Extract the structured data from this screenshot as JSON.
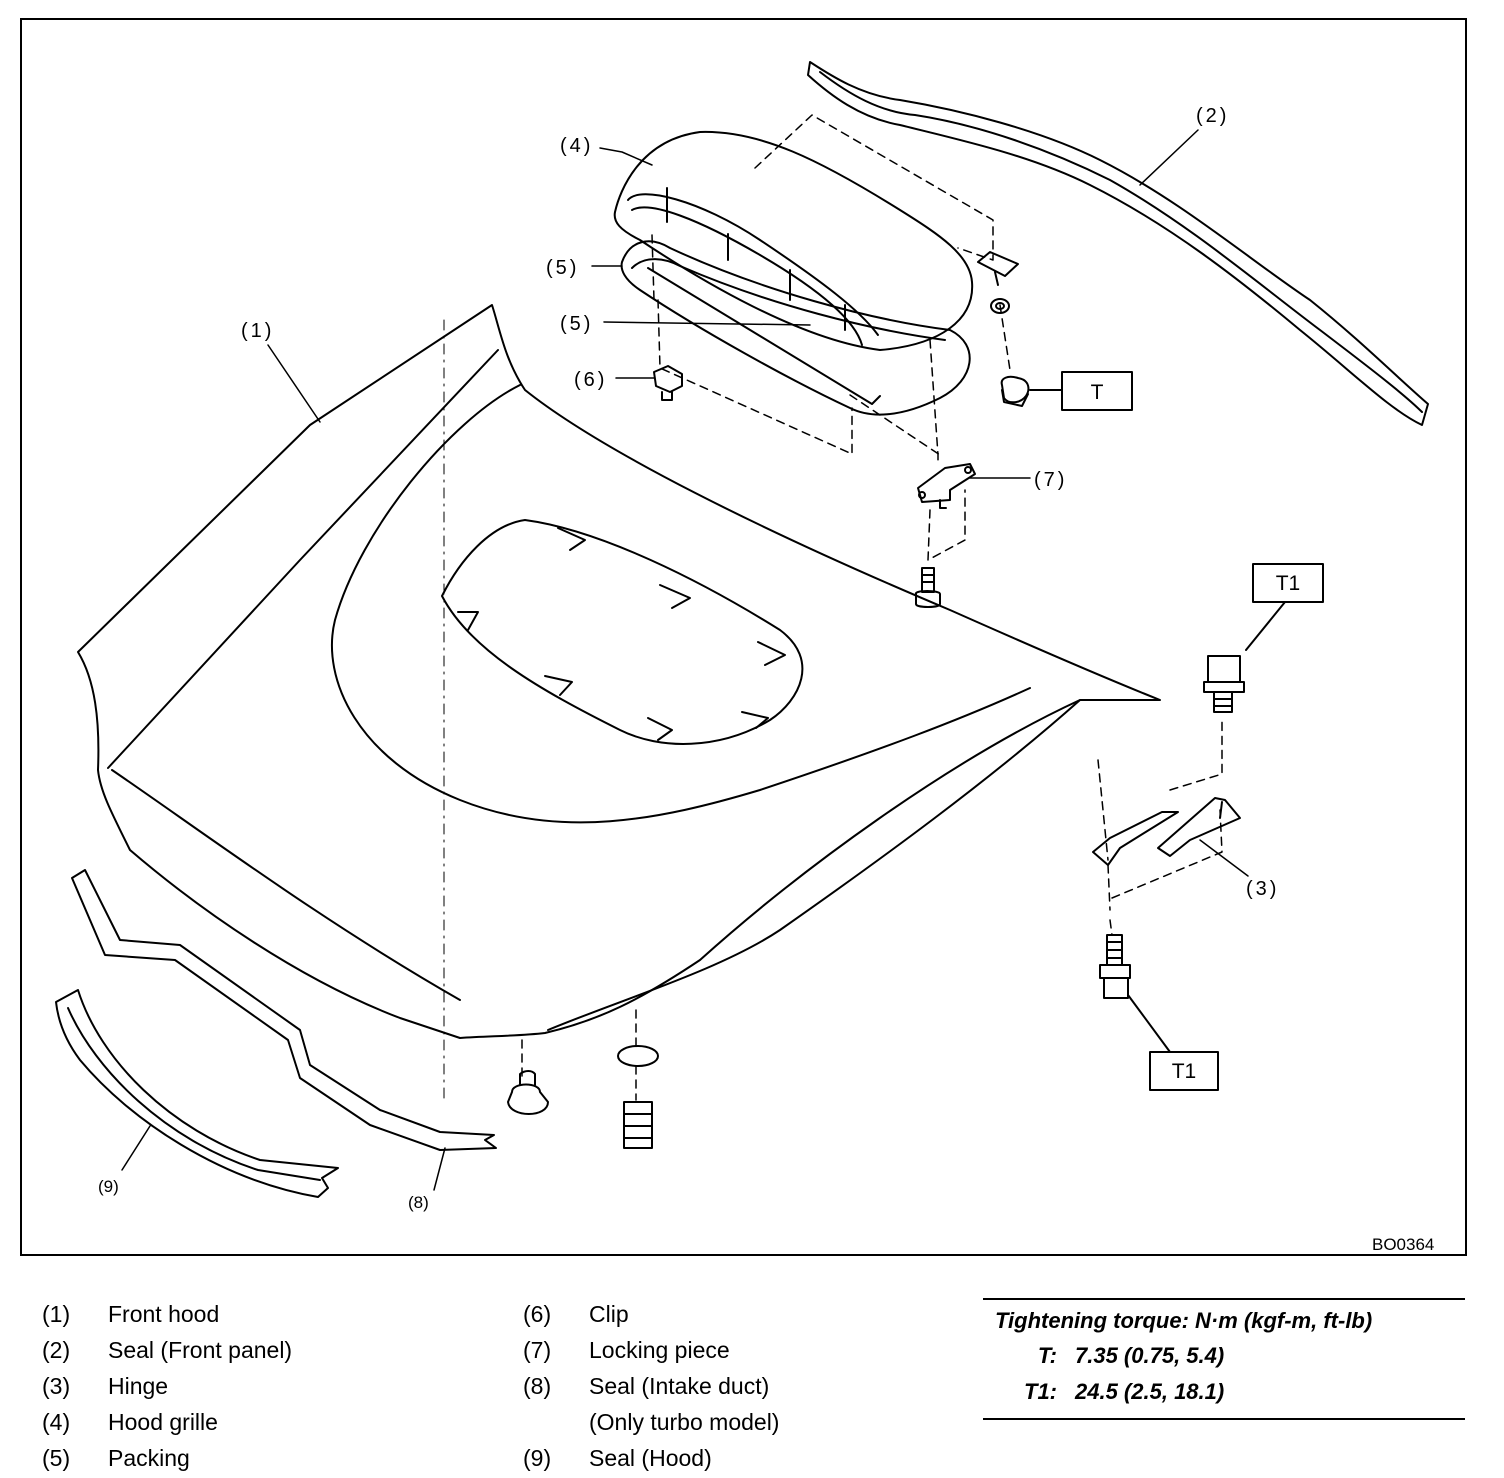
{
  "figure": {
    "id": "BO0364",
    "callouts": {
      "c1": "(1)",
      "c2": "(2)",
      "c3": "(3)",
      "c4": "(4)",
      "c5a": "(5)",
      "c5b": "(5)",
      "c6": "(6)",
      "c7": "(7)",
      "c8": "(8)",
      "c9": "(9)"
    },
    "torque_boxes": {
      "t": "T",
      "t1_top": "T1",
      "t1_bottom": "T1"
    }
  },
  "legend": {
    "left": [
      {
        "num": "(1)",
        "label": "Front hood"
      },
      {
        "num": "(2)",
        "label": "Seal (Front panel)"
      },
      {
        "num": "(3)",
        "label": "Hinge"
      },
      {
        "num": "(4)",
        "label": "Hood grille"
      },
      {
        "num": "(5)",
        "label": "Packing"
      }
    ],
    "right": [
      {
        "num": "(6)",
        "label": "Clip"
      },
      {
        "num": "(7)",
        "label": "Locking piece"
      },
      {
        "num": "(8)",
        "label": "Seal (Intake duct)"
      },
      {
        "num": "",
        "label": "(Only turbo model)"
      },
      {
        "num": "(9)",
        "label": "Seal (Hood)"
      }
    ]
  },
  "torque": {
    "title": "Tightening torque: N·m (kgf-m, ft-lb)",
    "rows": [
      {
        "key": "T:",
        "value": "7.35 (0.75, 5.4)"
      },
      {
        "key": "T1:",
        "value": "24.5 (2.5, 18.1)"
      }
    ]
  }
}
